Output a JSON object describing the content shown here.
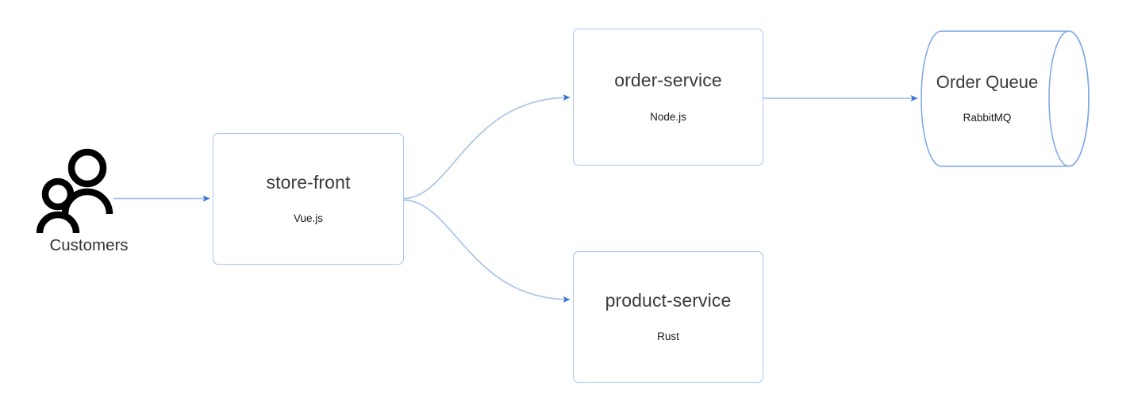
{
  "diagram": {
    "type": "architecture-flow-diagram",
    "background": "#ffffff",
    "palette": {
      "node_border": "#a9c5ef",
      "node_fill": "#ffffff",
      "connector_line": "#a8c4ec",
      "arrow_head": "#3a74d8",
      "title_text": "#3b3b3b",
      "sub_text": "#1a1a1a",
      "actor_icon": "#000000",
      "actor_label": "#333333"
    },
    "actors": [
      {
        "id": "customers",
        "label": "Customers",
        "icon": "two-people-icon"
      }
    ],
    "nodes": [
      {
        "id": "store-front",
        "title": "store-front",
        "subtitle": "Vue.js",
        "shape": "rounded-rectangle"
      },
      {
        "id": "order-service",
        "title": "order-service",
        "subtitle": "Node.js",
        "shape": "rounded-rectangle"
      },
      {
        "id": "product-service",
        "title": "product-service",
        "subtitle": "Rust",
        "shape": "rounded-rectangle"
      },
      {
        "id": "order-queue",
        "title": "Order Queue",
        "subtitle": "RabbitMQ",
        "shape": "cylinder"
      }
    ],
    "connectors": [
      {
        "id": "customers-to-store-front",
        "from": "customers",
        "to": "store-front",
        "style": "straight-arrow"
      },
      {
        "id": "store-front-to-order-service",
        "from": "store-front",
        "to": "order-service",
        "style": "curved-arrow"
      },
      {
        "id": "store-front-to-product-service",
        "from": "store-front",
        "to": "product-service",
        "style": "curved-arrow"
      },
      {
        "id": "order-service-to-order-queue",
        "from": "order-service",
        "to": "order-queue",
        "style": "straight-arrow"
      }
    ]
  }
}
